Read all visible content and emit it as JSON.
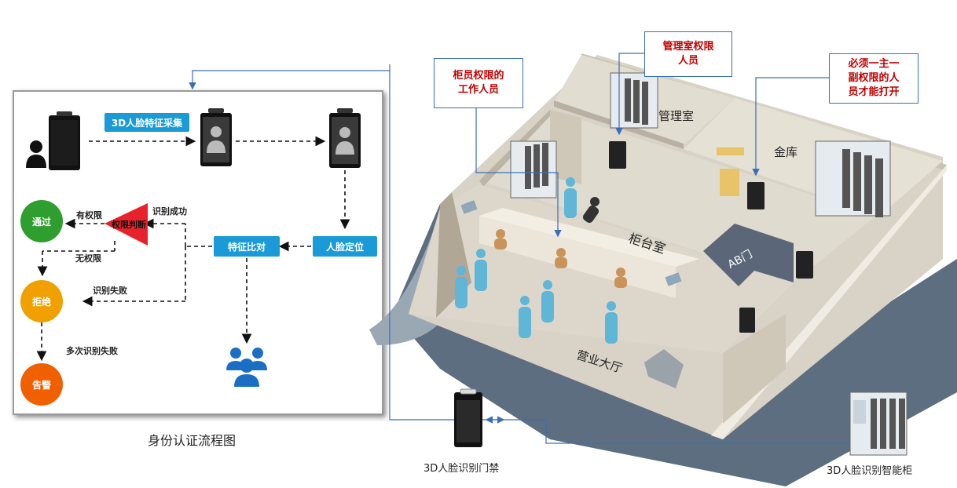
{
  "flowchart": {
    "nodes": {
      "capture": "3D人脸特征采集",
      "locate": "人脸定位",
      "compare": "特征比对",
      "permission": "权限判断",
      "pass": "通过",
      "reject": "拒绝",
      "alarm": "告警"
    },
    "edges": {
      "has_permission": "有权限",
      "recognized": "识别成功",
      "no_permission": "无权限",
      "failed": "识别失败",
      "multiple_failed": "多次识别失败"
    },
    "caption": "身份认证流程图"
  },
  "scene": {
    "callouts": {
      "manager_room": [
        "管理室权限",
        "人员"
      ],
      "counter_staff": [
        "柜员权限的",
        "工作人员"
      ],
      "vault_rule": [
        "必须一主一",
        "副权限的人",
        "员才能打开"
      ]
    },
    "rooms": {
      "manager": "管理室",
      "vault": "金库",
      "counter": "柜台室",
      "ab_door": "AB门",
      "hall": "营业大厅"
    },
    "devices": {
      "face_gate": "3D人脸识别门禁",
      "smart_cabinet": "3D人脸识别智能柜"
    }
  },
  "colors": {
    "accent_blue": "#1a9ad6",
    "pass_green": "#2e9e2e",
    "reject_orange": "#f0a000",
    "alarm_orange": "#f06000",
    "permission_red": "#e8222a",
    "callout_red": "#c00000",
    "connector_blue": "#3b6fb5"
  }
}
